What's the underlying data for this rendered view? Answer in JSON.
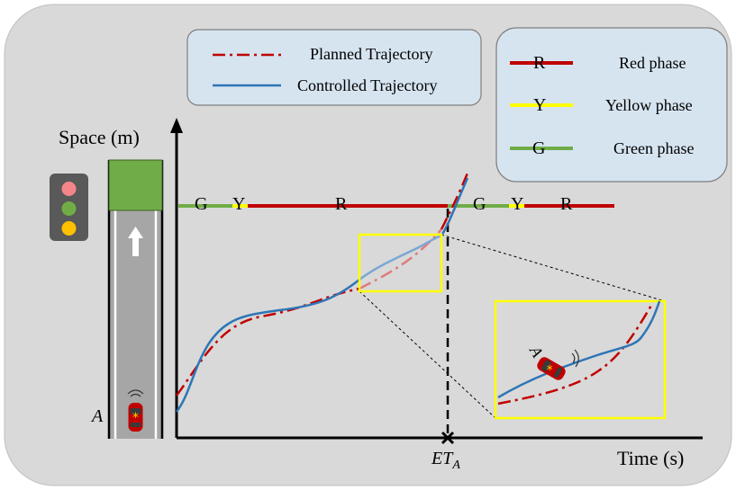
{
  "axes": {
    "y_label": "Space (m)",
    "x_label": "Time (s)",
    "event_label_main": "ET",
    "event_label_sub": "A"
  },
  "legend_trajectory": {
    "items": [
      {
        "label": "Planned Trajectory",
        "color": "#c00000",
        "style": "dash-dot"
      },
      {
        "label": "Controlled Trajectory",
        "color": "#2e75b6",
        "style": "solid"
      }
    ]
  },
  "legend_phase": {
    "items": [
      {
        "letter": "R",
        "label": "Red phase",
        "color": "#c00000"
      },
      {
        "letter": "Y",
        "label": "Yellow phase",
        "color": "#ffff00"
      },
      {
        "letter": "G",
        "label": "Green phase",
        "color": "#70ad47"
      }
    ]
  },
  "signal_bar": {
    "letters": [
      "G",
      "Y",
      "R",
      "G",
      "Y",
      "R"
    ]
  },
  "vehicle": {
    "label": "A",
    "color": "#c00000"
  },
  "colors": {
    "background": "#d9d9d9",
    "legend_fill": "#d6e4f0",
    "zoom_box": "#ffff00",
    "road": "#a6a6a6",
    "destination": "#70ad47"
  }
}
